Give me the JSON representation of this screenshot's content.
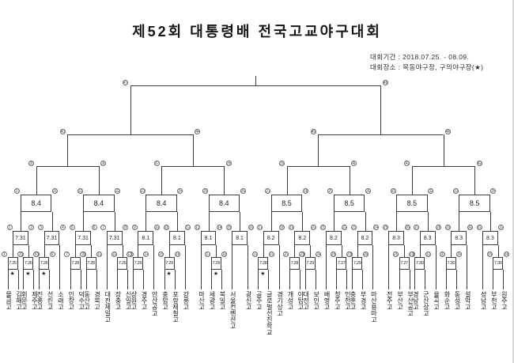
{
  "title": "제52회  대통령배  전국고교야구대회",
  "meta": {
    "period_label": "대회기간 : 2018.07.25. - 08.09.",
    "venue_label": "대회장소 : 목동야구장, 구의야구장(★)"
  },
  "bracket": {
    "circles": {
      "final_ends": [
        47,
        48
      ],
      "sf_ends": [
        43,
        44,
        45,
        46
      ],
      "qf_ends": [
        35,
        36,
        37,
        38,
        39,
        40,
        41,
        42
      ],
      "r16_corners": [
        19,
        20,
        21,
        22,
        23,
        24,
        25,
        26,
        27,
        28,
        29,
        30,
        31,
        32,
        33,
        34
      ],
      "r32_corners": [
        1,
        2,
        3,
        4,
        5,
        6,
        7,
        8,
        9,
        10,
        11,
        12,
        13,
        14,
        15,
        16,
        17,
        18,
        19,
        20,
        21,
        22,
        23,
        24,
        25,
        26,
        27,
        28,
        29,
        30,
        31,
        32
      ]
    },
    "r16_dates": [
      "8.4",
      "8.4",
      "8.4",
      "8.4",
      "8.5",
      "8.5",
      "8.5",
      "8.5"
    ],
    "r32_dates": [
      "7.31",
      "7.31",
      "7.31",
      "7.31",
      "8.1",
      "8.1",
      "8.1",
      "8.1",
      "8.2",
      "8.2",
      "8.2",
      "8.2",
      "8.3",
      "8.3",
      "8.3",
      "8.3"
    ],
    "feet": [
      {
        "type": "game",
        "game": {
          "number": 1,
          "date": "7.25",
          "star": true,
          "corner_circles": [
            1,
            2
          ],
          "teams": [
            "물금고",
            "김해고"
          ]
        }
      },
      {
        "type": "game",
        "game": {
          "number": 2,
          "date": "7.26",
          "star": true,
          "corner_circles": [
            3,
            4
          ],
          "teams": [
            "휘문고",
            "제주고"
          ]
        }
      },
      {
        "type": "game",
        "game": {
          "number": 3,
          "date": "7.26",
          "star": true,
          "corner_circles": [
            5,
            6
          ],
          "teams": [
            "진흥고",
            "선린고"
          ]
        }
      },
      {
        "type": "direct",
        "team": "소래고"
      },
      {
        "type": "game",
        "game": {
          "number": 4,
          "date": "7.28",
          "star": false,
          "corner_circles": [
            7,
            8
          ],
          "teams": [
            "인창고",
            "덕수고"
          ]
        }
      },
      {
        "type": "game",
        "game": {
          "number": 5,
          "date": "7.28",
          "star": false,
          "corner_circles": [
            9,
            10
          ],
          "teams": [
            "동산고",
            "경북고"
          ]
        }
      },
      {
        "type": "direct",
        "team": "대전제일고"
      },
      {
        "type": "game",
        "game": {
          "number": 6,
          "date": "7.26",
          "star": false,
          "corner_circles": [
            11,
            12
          ],
          "teams": [
            "장충고",
            "신일고"
          ]
        }
      },
      {
        "type": "game",
        "game": {
          "number": 7,
          "date": "7.29",
          "star": false,
          "corner_circles": [
            13,
            14
          ],
          "teams": [
            "상원고",
            "경주고"
          ]
        }
      },
      {
        "type": "direct",
        "team": "안산공고"
      },
      {
        "type": "game",
        "game": {
          "number": 8,
          "date": "7.29",
          "star": true,
          "corner_circles": [
            15,
            16
          ],
          "teams": [
            "충암고",
            "포항제철고"
          ]
        }
      },
      {
        "type": "direct",
        "team": "강릉고"
      },
      {
        "type": "direct",
        "team": "마산고"
      },
      {
        "type": "game",
        "game": {
          "number": 9,
          "date": "7.29",
          "star": true,
          "corner_circles": [
            17,
            18
          ],
          "teams": [
            "세광고",
            "북일고"
          ]
        }
      },
      {
        "type": "direct",
        "team": "서울컨벤션고"
      },
      {
        "type": "direct",
        "team": "광신고"
      },
      {
        "type": "game",
        "game": {
          "number": 10,
          "date": "7.28",
          "star": true,
          "corner_circles": [
            19,
            20
          ],
          "teams": [
            "공주고",
            "글로벌선진학교"
          ]
        }
      },
      {
        "type": "direct",
        "team": "경기상고"
      },
      {
        "type": "game",
        "game": {
          "number": 11,
          "date": "7.28",
          "star": false,
          "corner_circles": [
            21,
            22
          ],
          "teams": [
            "개성고",
            "야탑고"
          ]
        }
      },
      {
        "type": "game",
        "game": {
          "number": 12,
          "date": "7.29",
          "star": false,
          "corner_circles": [
            23,
            24
          ],
          "teams": [
            "대전고",
            "보인고"
          ]
        }
      },
      {
        "type": "direct",
        "team": "배명고"
      },
      {
        "type": "game",
        "game": {
          "number": 13,
          "date": "7.27",
          "star": false,
          "corner_circles": [
            25,
            26
          ],
          "teams": [
            "청주고",
            "인천고"
          ]
        }
      },
      {
        "type": "game",
        "game": {
          "number": 14,
          "date": "7.29",
          "star": false,
          "corner_circles": [
            27,
            28
          ],
          "teams": [
            "충훈고",
            "부경고"
          ]
        }
      },
      {
        "type": "direct",
        "team": "마산용마고"
      },
      {
        "type": "direct",
        "team": "전주고"
      },
      {
        "type": "game",
        "game": {
          "number": 15,
          "date": "7.27",
          "star": false,
          "corner_circles": [
            29,
            30
          ],
          "teams": [
            "부산고",
            "부산공고"
          ]
        }
      },
      {
        "type": "game",
        "game": {
          "number": 16,
          "date": "7.30",
          "star": false,
          "corner_circles": [
            31,
            32
          ],
          "teams": [
            "경남고",
            "군산상고"
          ]
        }
      },
      {
        "type": "direct",
        "team": "율곡고"
      },
      {
        "type": "game",
        "game": {
          "number": 17,
          "date": "7.30",
          "star": false,
          "corner_circles": [
            33,
            34
          ],
          "teams": [
            "화순고",
            "동성고"
          ]
        }
      },
      {
        "type": "direct",
        "team": "설악고"
      },
      {
        "type": "direct",
        "team": "성남고"
      },
      {
        "type": "game",
        "game": {
          "number": 18,
          "date": "7.30",
          "star": false,
          "corner_circles": [
            35,
            36
          ],
          "teams": [
            "부천고",
            "원주고"
          ]
        }
      }
    ]
  }
}
